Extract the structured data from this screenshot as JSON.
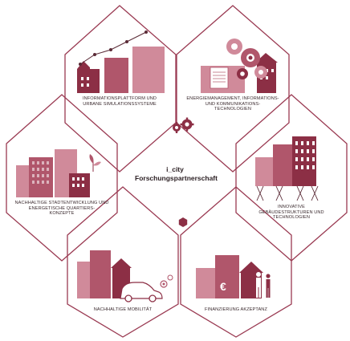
{
  "center": {
    "title": "i_city",
    "subtitle": "Forschungspartnerschaft"
  },
  "colors": {
    "dark": "#8c2f45",
    "medium": "#b0566b",
    "light": "#d08a9a",
    "pale": "#e6b9c3",
    "outline": "#9a3a52"
  },
  "modules": [
    {
      "label": "INFORMATIONSPLATTFORM UND\nURBANE SIMULATIONSSYSTEME"
    },
    {
      "label": "ENERGIEMANAGEMENT, INFORMATIONS-\nUND KOMMUNIKATIONS-\nTECHNOLOGIEN"
    },
    {
      "label": "NACHHALTIGE STADTENTWICKLUNG UND\nENERGETISCHE QUARTIERS-\nKONZEPTE"
    },
    {
      "label": "INNOVATIVE\nGEBÄUDESTRUKTUREN UND\nTECHNOLOGIEN"
    },
    {
      "label": "NACHHALTIGE MOBILITÄT"
    },
    {
      "label": "FINANZIERUNG AKZEPTANZ"
    }
  ],
  "icons": [
    "gears-icon",
    "hexagon-dot-icon"
  ]
}
